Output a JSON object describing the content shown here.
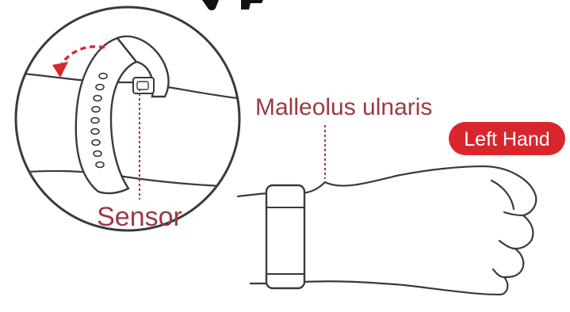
{
  "labels": {
    "malleolus": "Malleolus ulnaris",
    "sensor": "Sensor",
    "hand": "Left Hand"
  },
  "colors": {
    "accent": "#9b3a40",
    "badge": "#d9262c",
    "badge_text": "#ffffff",
    "outline": "#3a3a3a"
  },
  "icons": {
    "rotate_arrow": "curved-arrow-icon"
  }
}
